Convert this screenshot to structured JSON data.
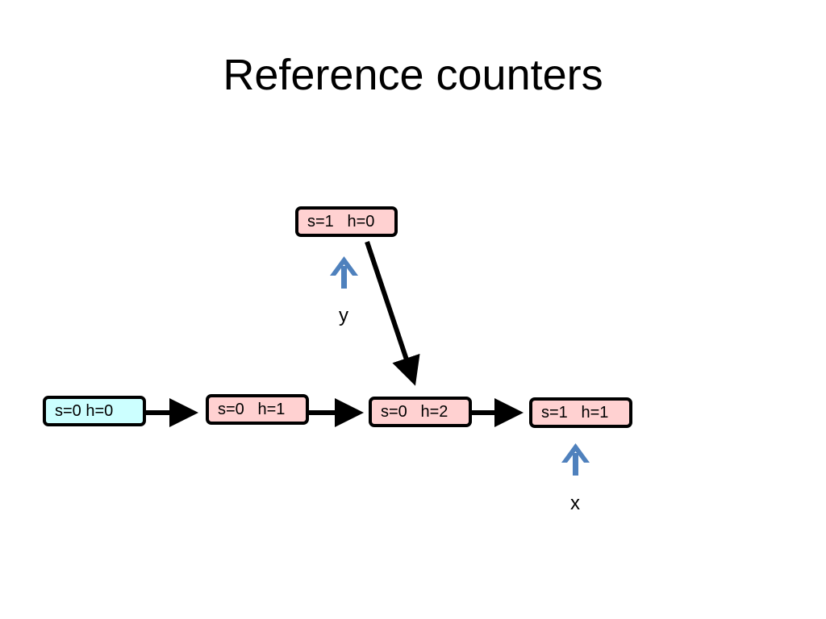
{
  "slide": {
    "title": "Reference counters"
  },
  "colors": {
    "node_pink": "#ffd1d1",
    "node_cyan": "#ccffff",
    "pointer_blue": "#4f81bd",
    "edge_black": "#000000"
  },
  "nodes": [
    {
      "id": "n1",
      "label": "s=0 h=0",
      "color": "cyan"
    },
    {
      "id": "n2",
      "label": "s=0   h=1",
      "color": "pink"
    },
    {
      "id": "n3",
      "label": "s=0   h=2",
      "color": "pink"
    },
    {
      "id": "n4",
      "label": "s=1   h=1",
      "color": "pink"
    },
    {
      "id": "n5",
      "label": "s=1   h=0",
      "color": "pink"
    }
  ],
  "edges": [
    {
      "from": "n1",
      "to": "n2"
    },
    {
      "from": "n2",
      "to": "n3"
    },
    {
      "from": "n3",
      "to": "n4"
    },
    {
      "from": "n5",
      "to": "n3"
    }
  ],
  "pointers": [
    {
      "label": "y",
      "target": "n5"
    },
    {
      "label": "x",
      "target": "n4"
    }
  ]
}
